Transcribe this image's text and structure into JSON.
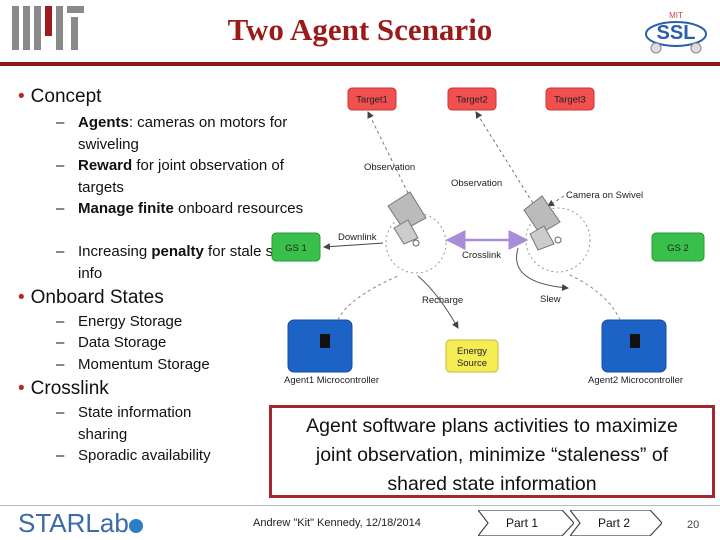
{
  "header": {
    "title": "Two Agent Scenario",
    "mit_logo_text": "MIT",
    "ssl_logo_text": "SSL",
    "ssl_logo_top": "MIT"
  },
  "bullets": [
    {
      "label": "Concept",
      "subs": [
        {
          "parts": [
            {
              "bold": "Agents"
            },
            {
              "text": ": cameras on motors for swiveling"
            }
          ]
        },
        {
          "parts": [
            {
              "bold": "Reward"
            },
            {
              "text": " for joint observation of targets"
            }
          ]
        },
        {
          "parts": [
            {
              "bold": "Manage finite"
            },
            {
              "text": " onboard resources"
            }
          ]
        },
        {
          "parts": [
            {
              "text": "Increasing "
            },
            {
              "bold": "penalty"
            },
            {
              "text": " for stale state info"
            }
          ]
        }
      ]
    },
    {
      "label": "Onboard States",
      "subs": [
        {
          "parts": [
            {
              "text": "Energy Storage"
            }
          ]
        },
        {
          "parts": [
            {
              "text": "Data Storage"
            }
          ]
        },
        {
          "parts": [
            {
              "text": "Momentum Storage"
            }
          ]
        }
      ]
    },
    {
      "label": "Crosslink",
      "subs": [
        {
          "parts": [
            {
              "text": "State information sharing"
            }
          ]
        },
        {
          "parts": [
            {
              "text": "Sporadic availability"
            }
          ]
        }
      ]
    }
  ],
  "diagram": {
    "targets": [
      "Target1",
      "Target2",
      "Target3"
    ],
    "gs1": "GS 1",
    "gs2": "GS 2",
    "observation_left": "Observation",
    "observation_right": "Observation",
    "camera_on_swivel": "Camera on Swivel",
    "downlink": "Downlink",
    "crosslink": "Crosslink",
    "recharge": "Recharge",
    "slew": "Slew",
    "energy_source": [
      "Energy",
      "Source"
    ],
    "agent1": "Agent1 Microcontroller",
    "agent2": "Agent2 Microcontroller",
    "colors": {
      "target": "#f0504f",
      "gs": "#38c04a",
      "micro": "#1d62c6",
      "energy": "#f6ec54"
    }
  },
  "callout": {
    "lines": [
      "Agent software plans activities to maximize",
      "joint observation, minimize “staleness” of",
      "shared state information"
    ]
  },
  "footer": {
    "lab_logo": "STARLab",
    "author": "Andrew \"Kit\" Kennedy, 12/18/2014",
    "part1": "Part 1",
    "part2": "Part 2",
    "page": "20"
  }
}
